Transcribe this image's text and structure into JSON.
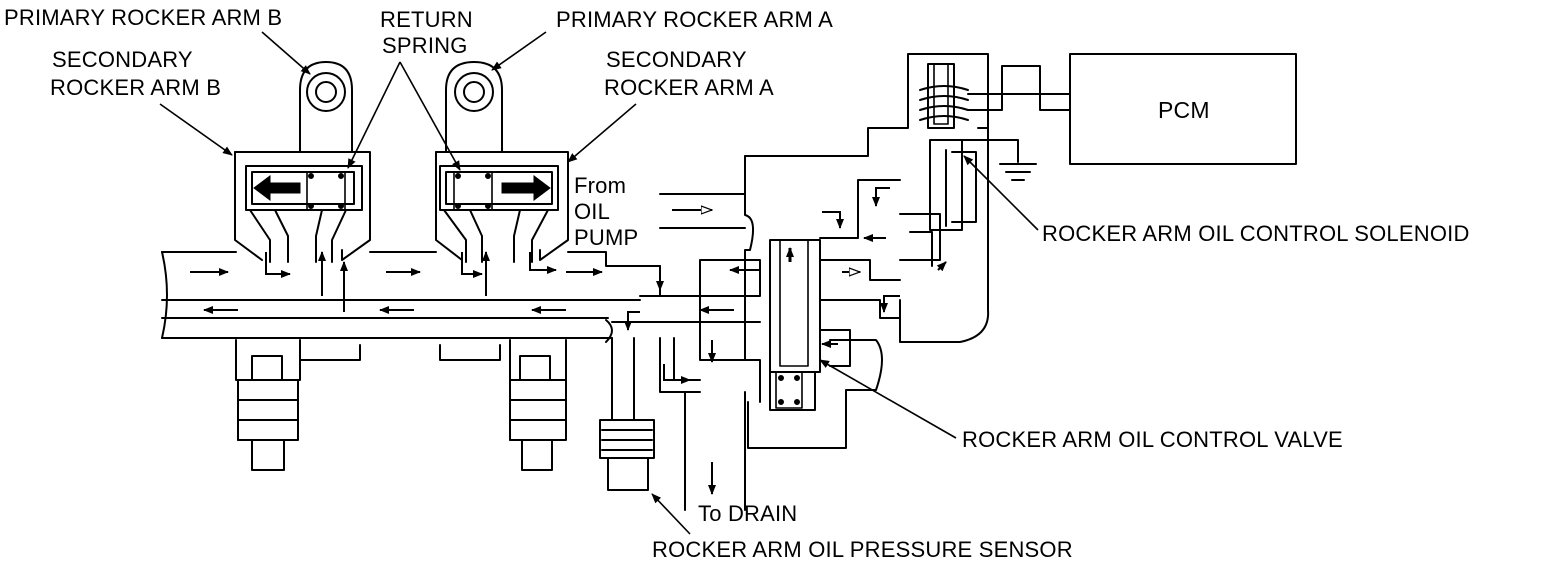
{
  "labels": {
    "primary_rocker_arm_b": "PRIMARY ROCKER ARM B",
    "return_spring_1": "RETURN",
    "return_spring_2": "SPRING",
    "primary_rocker_arm_a": "PRIMARY ROCKER ARM A",
    "secondary_rocker_arm_b_1": "SECONDARY",
    "secondary_rocker_arm_b_2": "ROCKER ARM B",
    "secondary_rocker_arm_a_1": "SECONDARY",
    "secondary_rocker_arm_a_2": "ROCKER ARM A",
    "pcm": "PCM",
    "from_oil_pump_1": "From",
    "from_oil_pump_2": "OIL",
    "from_oil_pump_3": "PUMP",
    "solenoid": "ROCKER ARM OIL CONTROL SOLENOID",
    "control_valve": "ROCKER ARM OIL CONTROL VALVE",
    "to_drain": "To DRAIN",
    "pressure_sensor": "ROCKER ARM OIL PRESSURE SENSOR"
  }
}
